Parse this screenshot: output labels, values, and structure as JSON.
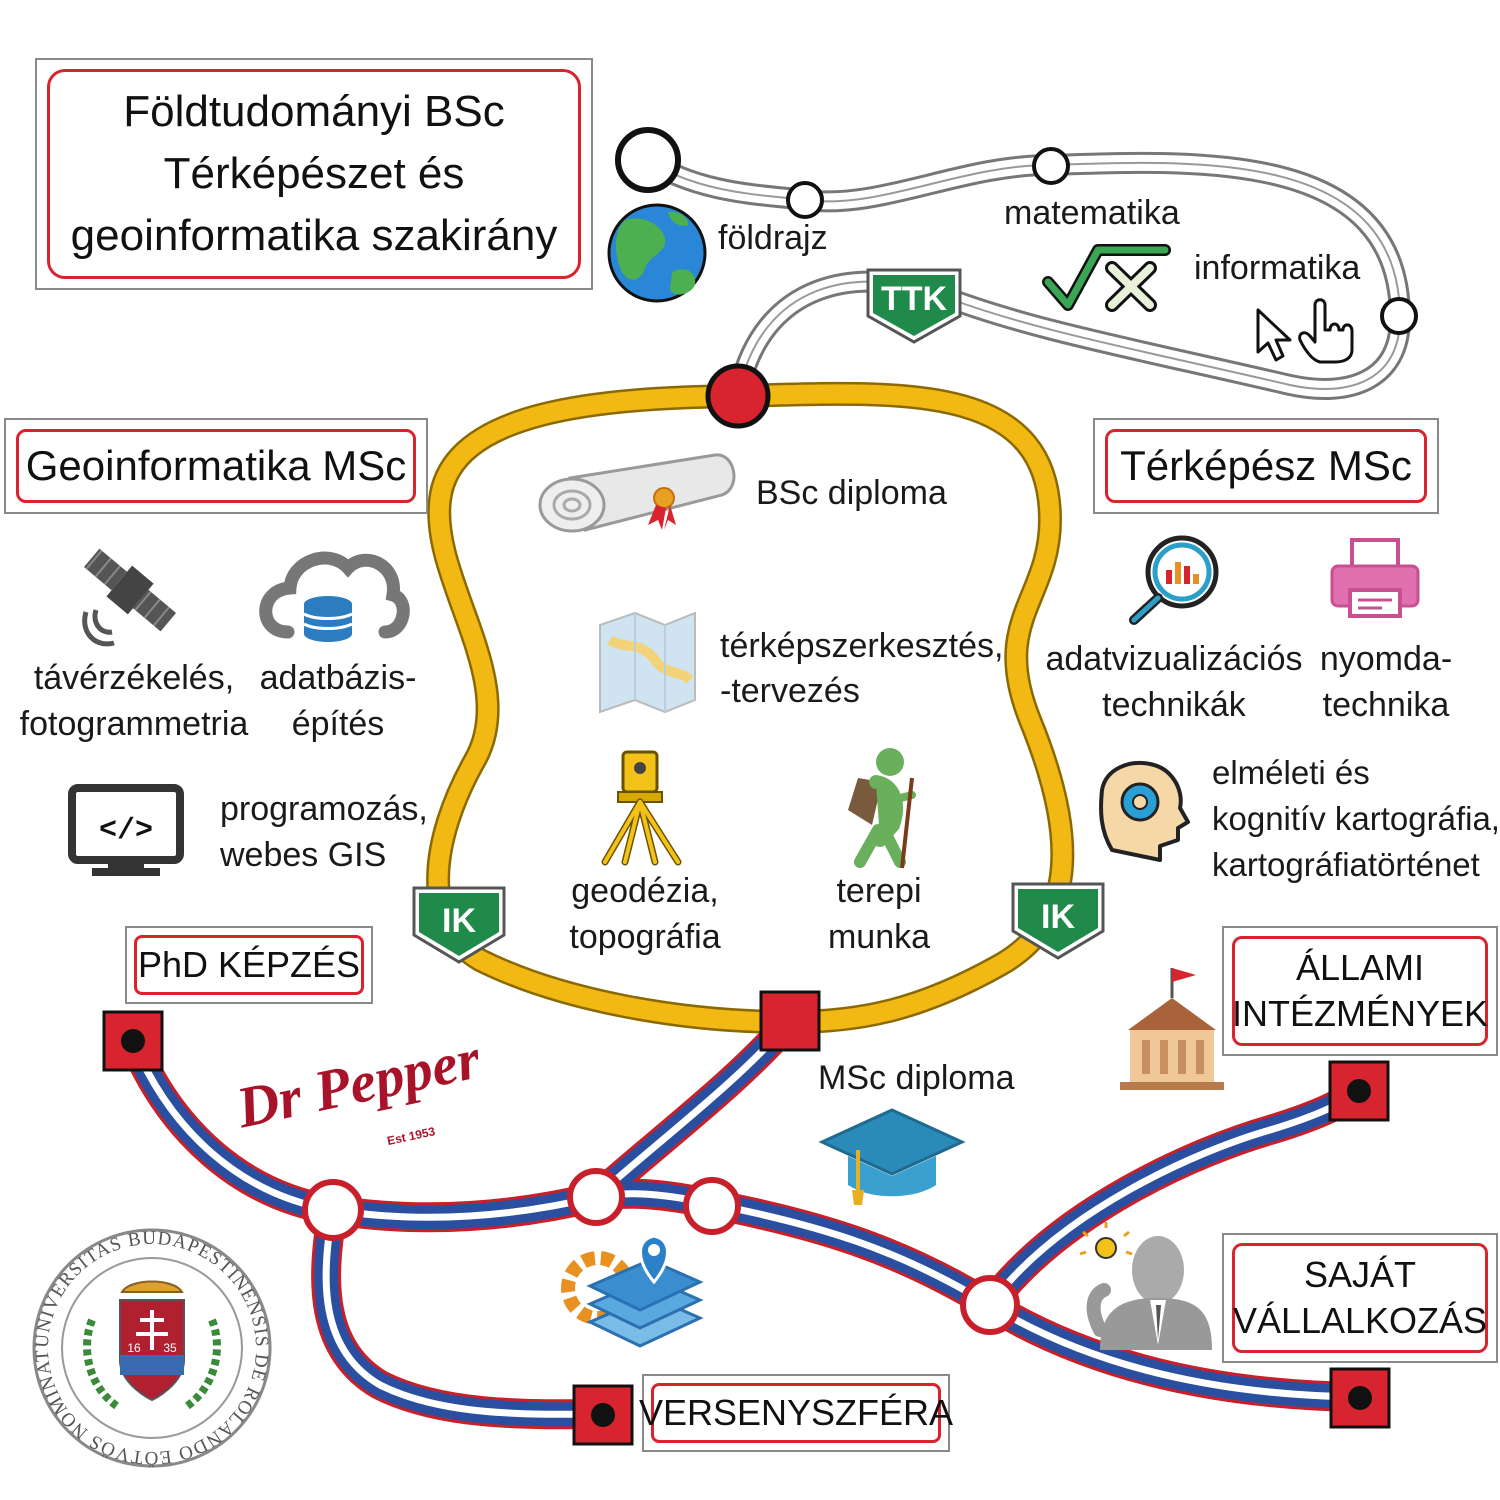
{
  "title": {
    "line1": "Földtudományi BSc",
    "line2": "Térképészet és",
    "line3": "geoinformatika szakirány"
  },
  "top_subjects": {
    "geography": "földrajz",
    "mathematics": "matematika",
    "informatics": "informatika"
  },
  "badges": {
    "ttk": "TTK",
    "ik_left": "IK",
    "ik_right": "IK"
  },
  "inner_loop": {
    "bsc_diploma": "BSc diploma",
    "map_editing_line1": "térképszerkesztés,",
    "map_editing_line2": "-tervezés",
    "geodesy_line1": "geodézia,",
    "geodesy_line2": "topográfia",
    "fieldwork_line1": "terepi",
    "fieldwork_line2": "munka"
  },
  "geoinf_msc": {
    "title": "Geoinformatika MSc",
    "remote_sensing_line1": "távérzékelés,",
    "remote_sensing_line2": "fotogrammetria",
    "database_line1": "adatbázis-",
    "database_line2": "építés",
    "code_icon_text": "</>",
    "programming_line1": "programozás,",
    "programming_line2": "webes GIS"
  },
  "cartographer_msc": {
    "title": "Térképész MSc",
    "dataviz_line1": "adatvizualizációs",
    "dataviz_line2": "technikák",
    "print_line1": "nyomda-",
    "print_line2": "technika",
    "theory_line1": "elméleti és",
    "theory_line2": "kognitív kartográfia,",
    "theory_line3": "kartográfiatörténet"
  },
  "msc_diploma": "MSc diploma",
  "careers": {
    "phd": "PhD KÉPZÉS",
    "state_line1": "ÁLLAMI",
    "state_line2": "INTÉZMÉNYEK",
    "own_line1": "SAJÁT",
    "own_line2": "VÁLLALKOZÁS",
    "competitive": "VERSENYSZFÉRA"
  },
  "logo": {
    "brand": "Dr Pepper",
    "est": "Est 1953"
  },
  "seal": {
    "text": "UNIVERSITAS BUDAPESTINENSIS DE ROLANDO EÖTVÖS NOMINATA",
    "year_left": "16",
    "year_right": "35"
  },
  "colors": {
    "red": "#d8242e",
    "yellow": "#f2b814",
    "blue": "#2b4fa0",
    "green": "#1f8a4a",
    "grey_line": "#8a8a8a"
  }
}
